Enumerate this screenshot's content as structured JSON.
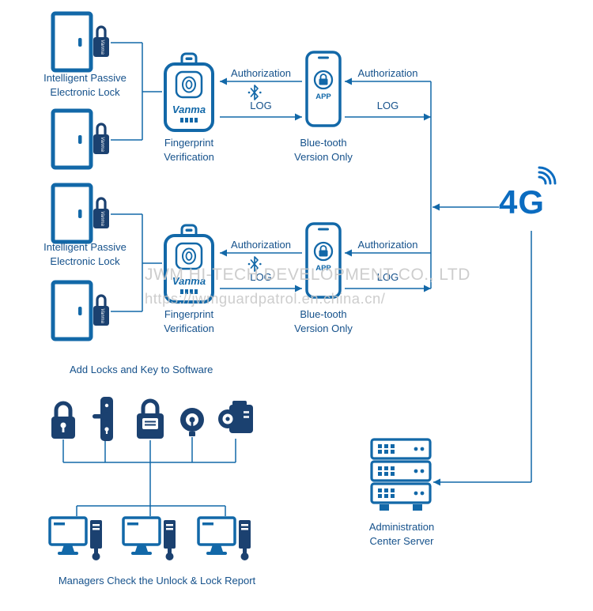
{
  "palette": {
    "line_blue": "#1268a8",
    "label_blue": "#15518b",
    "dark_navy": "#1b4170",
    "accent_4g": "#0b6cc0",
    "watermark_gray": "#c8c8c8"
  },
  "watermark": {
    "company": "JWM HI-TECH DEVELOPMENT CO., LTD",
    "url": "https://jwmguardpatrol.en.china.cn/"
  },
  "labels": {
    "intelligent_lock": "Intelligent Passive\nElectronic Lock",
    "fingerprint": "Fingerprint\nVerification",
    "bluetooth_app": "Blue-tooth\nVersion Only",
    "authorization": "Authorization",
    "log": "LOG",
    "network_4g": "4G",
    "add_locks": "Add Locks and Key to Software",
    "admin_server": "Administration\nCenter Server",
    "managers_report": "Managers Check the Unlock & Lock Report"
  },
  "device": {
    "brand": "Vanma",
    "app_label": "APP"
  }
}
